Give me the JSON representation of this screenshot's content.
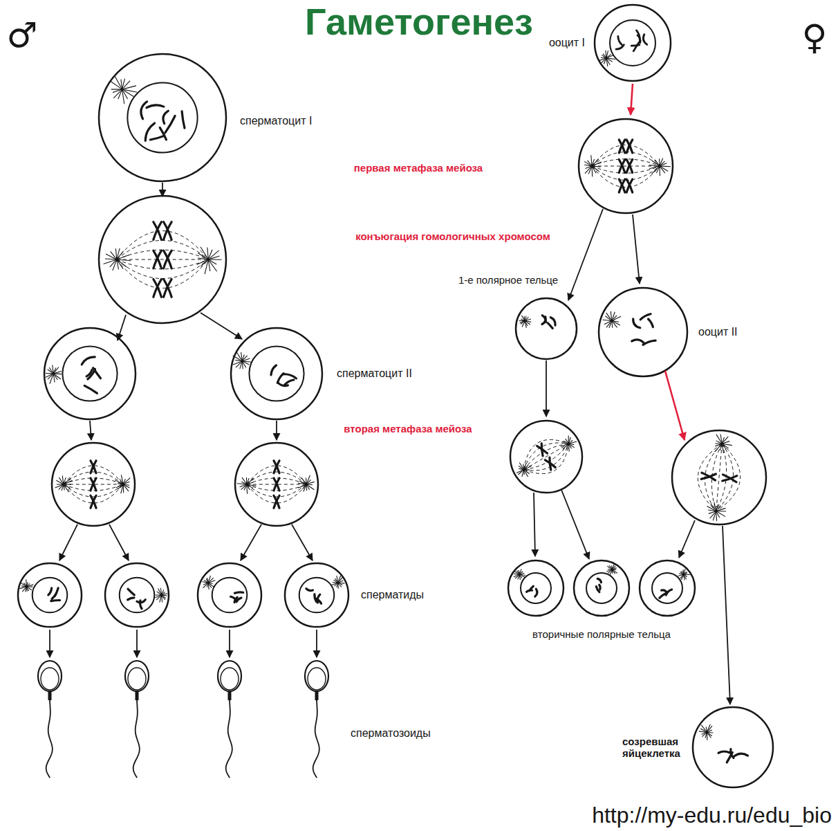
{
  "diagram": {
    "title": "Гаметогенез",
    "labels": [
      "♂",
      "♀",
      "сперматоцит I",
      "ооцит I",
      "первая метафаза мейоза",
      "конъюгация гомологичных хромосом",
      "1-е полярное тельце",
      "сперматоцит II",
      "ооцит II",
      "вторая метафаза мейоза",
      "сперматиды",
      "вторичные полярные тельца",
      "сперматозоиды",
      "созревшая яйцеклетка",
      "http://my-edu.ru/edu_bio"
    ]
  }
}
